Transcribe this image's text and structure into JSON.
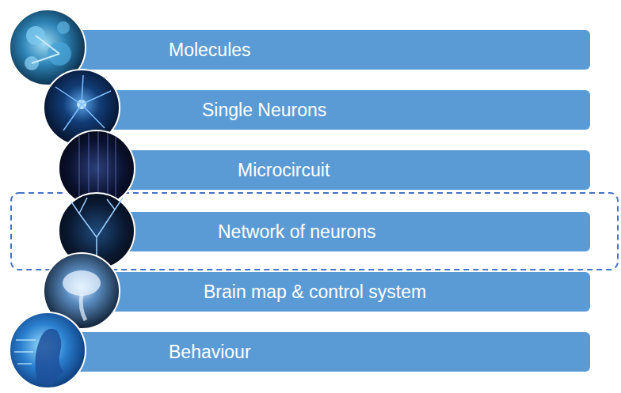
{
  "diagram": {
    "nodes": [
      {
        "text": [
          "Molecules"
        ]
      },
      {
        "text": [
          "Single Neurons"
        ]
      },
      {
        "text": [
          "Microcircuit"
        ]
      },
      {
        "text": [
          "Network of neurons"
        ]
      },
      {
        "text": [
          "Brain map & control system"
        ]
      },
      {
        "text": [
          "Behaviour"
        ]
      }
    ]
  }
}
